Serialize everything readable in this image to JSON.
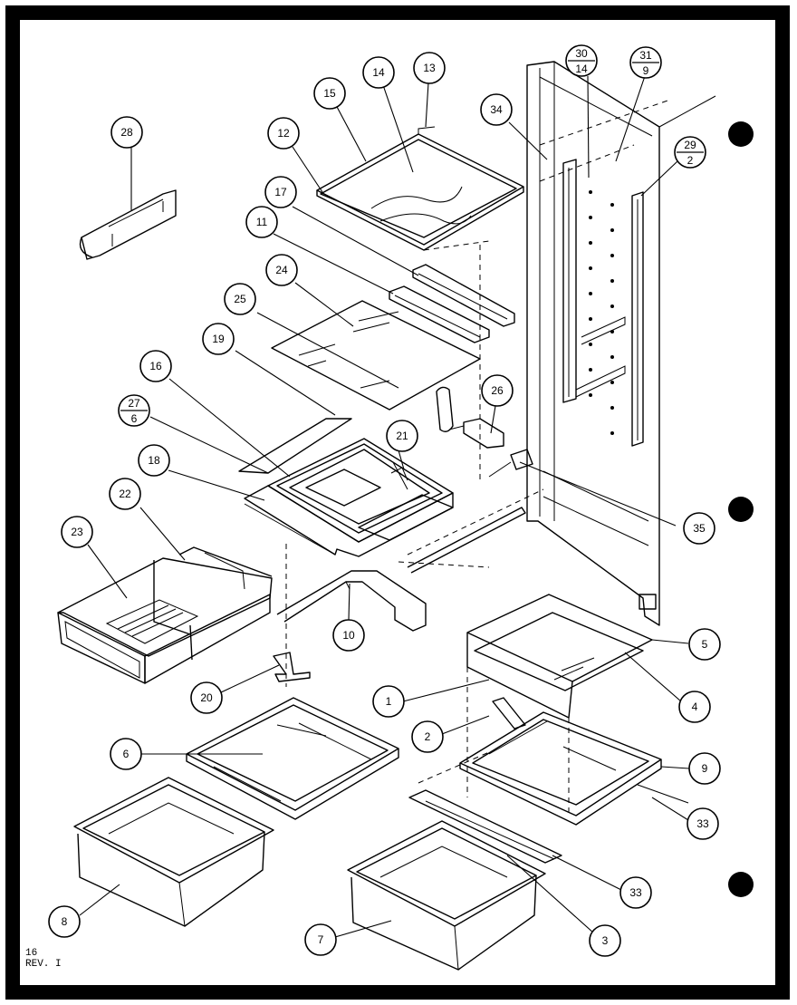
{
  "footer": {
    "page_number": "16",
    "revision": "REV. I"
  },
  "callouts": [
    {
      "id": "c28",
      "label": "28"
    },
    {
      "id": "c15",
      "label": "15"
    },
    {
      "id": "c14",
      "label": "14"
    },
    {
      "id": "c13",
      "label": "13"
    },
    {
      "id": "c12",
      "label": "12"
    },
    {
      "id": "c17",
      "label": "17"
    },
    {
      "id": "c11",
      "label": "11"
    },
    {
      "id": "c24",
      "label": "24"
    },
    {
      "id": "c25",
      "label": "25"
    },
    {
      "id": "c19",
      "label": "19"
    },
    {
      "id": "c16",
      "label": "16"
    },
    {
      "id": "c21",
      "label": "21"
    },
    {
      "id": "c26",
      "label": "26"
    },
    {
      "id": "c18",
      "label": "18"
    },
    {
      "id": "c22",
      "label": "22"
    },
    {
      "id": "c23",
      "label": "23"
    },
    {
      "id": "c10",
      "label": "10"
    },
    {
      "id": "c20",
      "label": "20"
    },
    {
      "id": "c34",
      "label": "34"
    },
    {
      "id": "c35",
      "label": "35"
    },
    {
      "id": "c5",
      "label": "5"
    },
    {
      "id": "c4",
      "label": "4"
    },
    {
      "id": "c1",
      "label": "1"
    },
    {
      "id": "c2",
      "label": "2"
    },
    {
      "id": "c9",
      "label": "9"
    },
    {
      "id": "c33a",
      "label": "33"
    },
    {
      "id": "c33b",
      "label": "33"
    },
    {
      "id": "c6",
      "label": "6"
    },
    {
      "id": "c8",
      "label": "8"
    },
    {
      "id": "c7",
      "label": "7"
    },
    {
      "id": "c3",
      "label": "3"
    }
  ],
  "fraction_callouts": [
    {
      "id": "f30",
      "top": "30",
      "bottom": "14"
    },
    {
      "id": "f31",
      "top": "31",
      "bottom": "9"
    },
    {
      "id": "f29",
      "top": "29",
      "bottom": "2"
    },
    {
      "id": "f27",
      "top": "27",
      "bottom": "6"
    }
  ]
}
